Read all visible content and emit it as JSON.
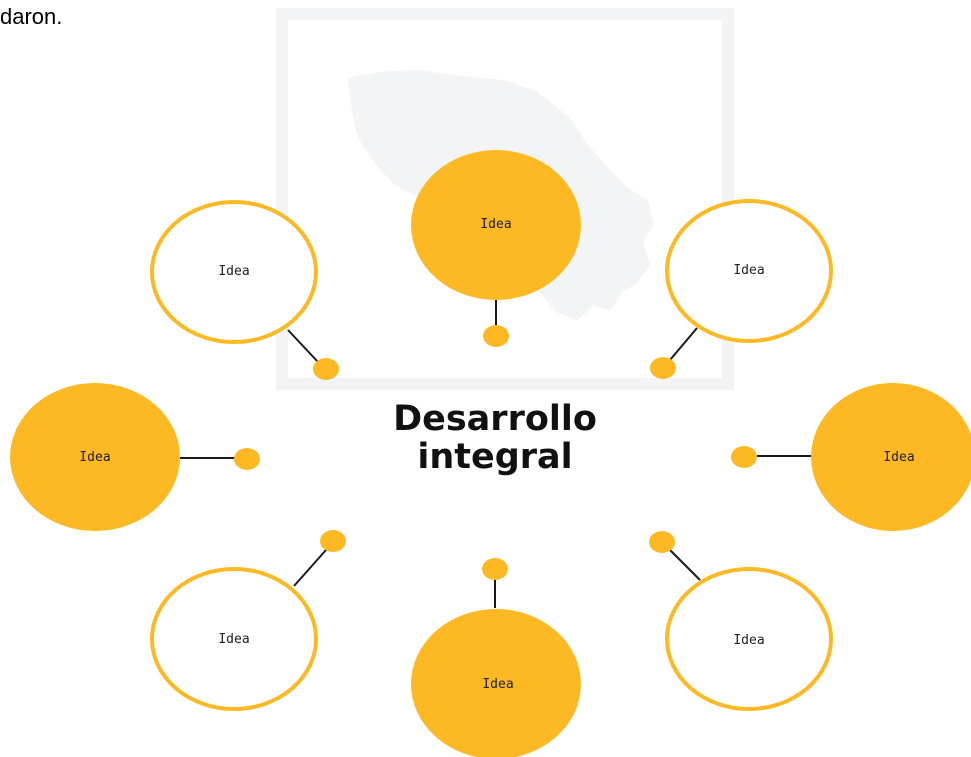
{
  "top_text": "daron.",
  "title": {
    "line1": "Desarrollo",
    "line2": "integral"
  },
  "colors": {
    "accent": "#fdb924",
    "connector": "#1a1a1a",
    "backdrop": "#f3f4f6"
  },
  "nodes": [
    {
      "label": "Idea",
      "style": "filled"
    },
    {
      "label": "Idea",
      "style": "outline"
    },
    {
      "label": "Idea",
      "style": "outline"
    },
    {
      "label": "Idea",
      "style": "filled"
    },
    {
      "label": "Idea",
      "style": "filled"
    },
    {
      "label": "Idea",
      "style": "outline"
    },
    {
      "label": "Idea",
      "style": "outline"
    },
    {
      "label": "Idea",
      "style": "filled"
    }
  ]
}
